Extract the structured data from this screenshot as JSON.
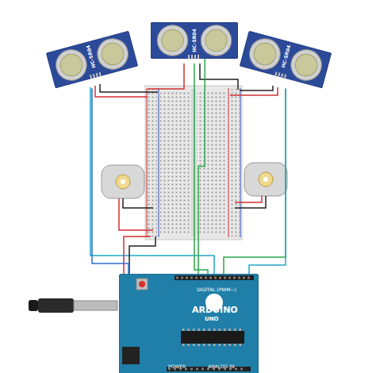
{
  "diagram": {
    "nodes": [
      {
        "text": [
          "HC-SR04"
        ]
      },
      {
        "text": [
          "HC-SR04"
        ]
      },
      {
        "text": [
          "HC-SR04"
        ]
      },
      {
        "text": [
          "DIGITAL (PWM~)",
          "ARDUINO",
          "UNO",
          "POWER",
          "ANALOG IN"
        ]
      }
    ],
    "edges": [
      {
        "from": 0,
        "to": 3,
        "arrow": "none"
      },
      {
        "from": 1,
        "to": 3,
        "arrow": "none"
      },
      {
        "from": 2,
        "to": 3,
        "arrow": "none"
      }
    ]
  }
}
